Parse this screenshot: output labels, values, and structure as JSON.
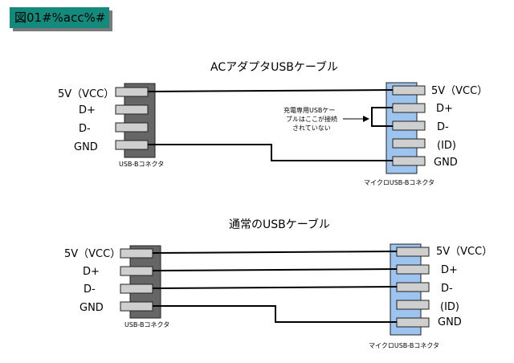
{
  "figure_label": "図01#%acc%#",
  "ac_adapter": {
    "title": "ACアダプタUSBケーブル",
    "left_pins": [
      "5V（VCC）",
      "D+",
      "D-",
      "GND"
    ],
    "left_connector": "USB-Bコネクタ",
    "right_pins": [
      "5V（VCC）",
      "D+",
      "D-",
      "(ID)",
      "GND"
    ],
    "right_connector": "マイクロUSB-Bコネクタ",
    "note_lines": [
      "充電専用USBケー",
      "ブルはここが接続",
      "されていない"
    ]
  },
  "normal": {
    "title": "通常のUSBケーブル",
    "left_pins": [
      "5V（VCC）",
      "D+",
      "D-",
      "GND"
    ],
    "left_connector": "USB-Bコネクタ",
    "right_pins": [
      "5V（VCC）",
      "D+",
      "D-",
      "(ID)",
      "GND"
    ],
    "right_connector": "マイクロUSB-Bコネクタ"
  },
  "colors": {
    "label_bg": "#138a7c",
    "usb_b": "#666666",
    "micro_usb": "#9cc4ee",
    "pin": "#cfcfcf"
  }
}
